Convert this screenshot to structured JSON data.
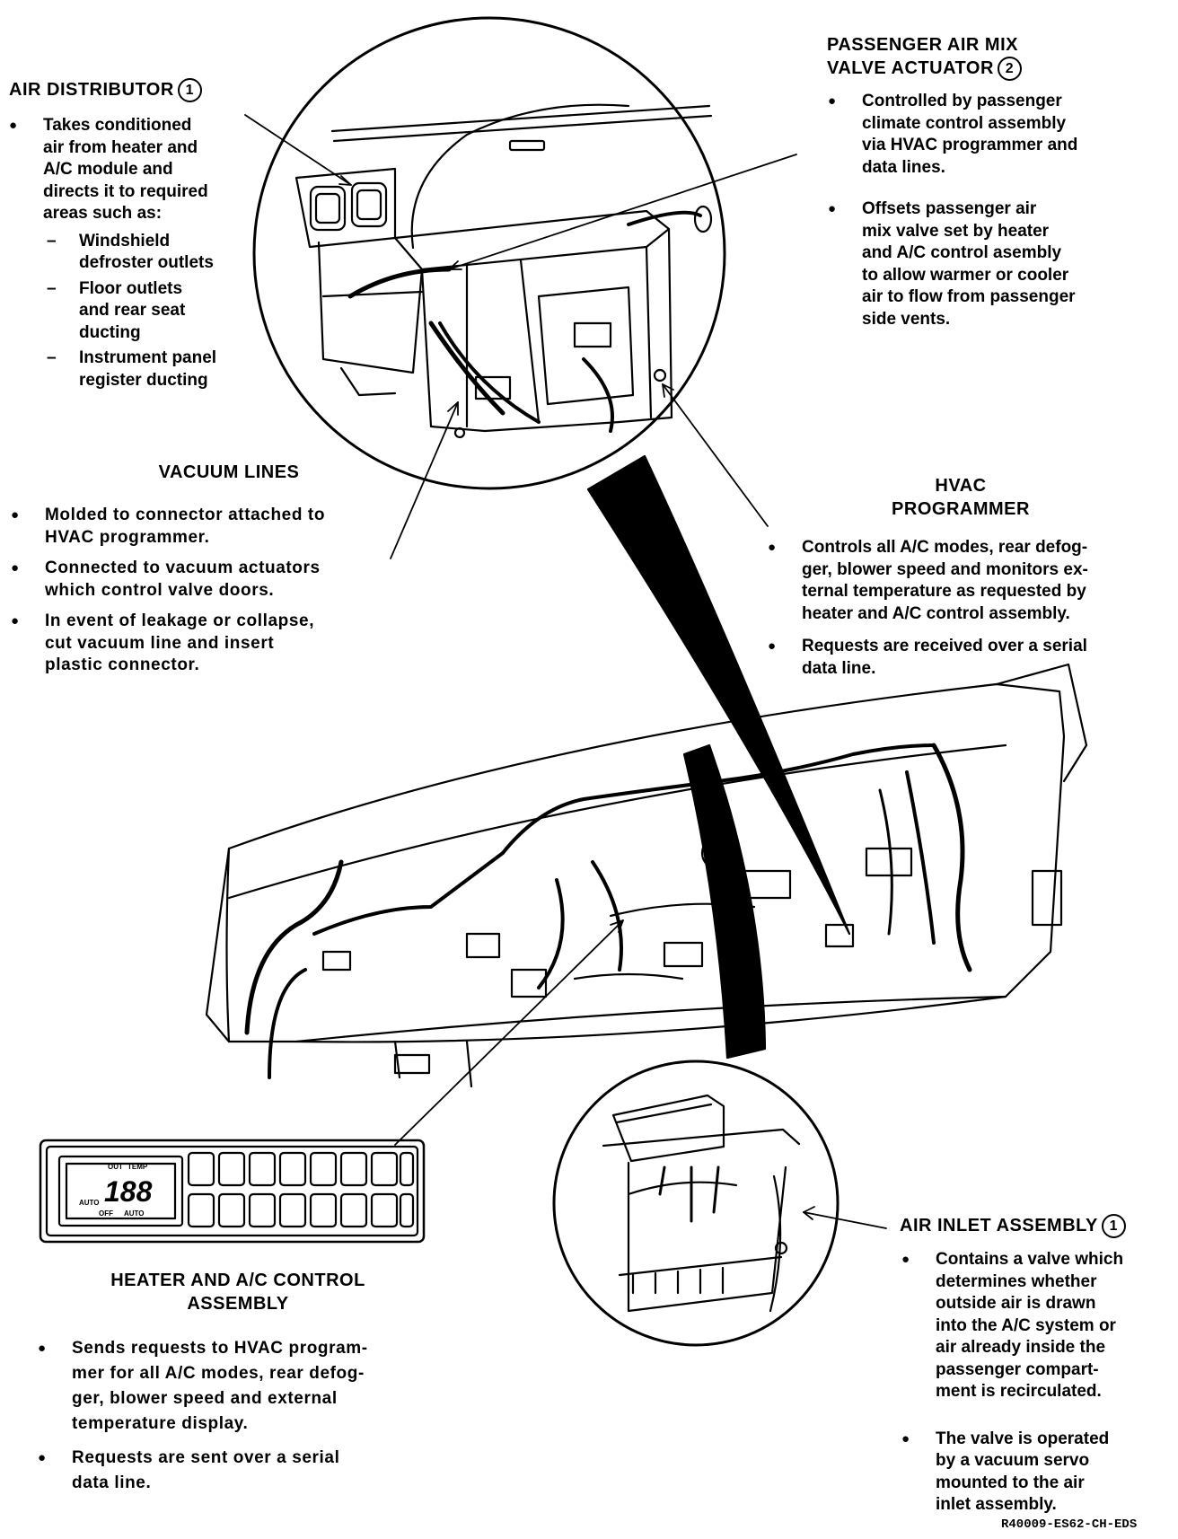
{
  "air_distributor": {
    "title": "AIR DISTRIBUTOR",
    "number": "1",
    "text": "Takes conditioned\nair from heater and\nA/C module and\ndirects it to required\nareas such as:",
    "subitems": [
      "Windshield\ndefroster outlets",
      "Floor outlets\nand rear seat\nducting",
      "Instrument panel\nregister ducting"
    ]
  },
  "passenger_air_mix": {
    "title_line1": "PASSENGER AIR MIX",
    "title_line2": "VALVE ACTUATOR",
    "number": "2",
    "bullets": [
      "Controlled by passenger\nclimate control assembly\nvia HVAC programmer and\ndata lines.",
      "Offsets passenger air\nmix valve set by heater\nand A/C control asembly\nto allow warmer or cooler\nair to flow from passenger\nside vents."
    ]
  },
  "vacuum_lines": {
    "title": "VACUUM LINES",
    "bullets": [
      "Molded to connector attached to\nHVAC programmer.",
      "Connected to vacuum actuators\nwhich control valve doors.",
      "In event of leakage or collapse,\ncut vacuum line and insert\nplastic connector."
    ]
  },
  "hvac_programmer": {
    "title_line1": "HVAC",
    "title_line2": "PROGRAMMER",
    "bullets": [
      "Controls all A/C modes, rear defog-\nger, blower speed and monitors ex-\nternal temperature as requested by\nheater and A/C control assembly.",
      "Requests are received over a serial\ndata line."
    ]
  },
  "control_panel": {
    "display_value": "188",
    "display_top_labels": [
      "OUT",
      "TEMP"
    ],
    "display_bottom_labels": [
      "OFF",
      "AUTO"
    ],
    "display_side_label": "AUTO"
  },
  "heater_ac": {
    "title_line1": "HEATER AND A/C CONTROL",
    "title_line2": "ASSEMBLY",
    "bullets": [
      "Sends requests to HVAC program-\nmer for all A/C modes, rear defog-\nger, blower speed and external\ntemperature display.",
      "Requests are sent over a serial\ndata line."
    ]
  },
  "air_inlet": {
    "title": "AIR INLET ASSEMBLY",
    "number": "1",
    "bullets": [
      "Contains a valve which\ndetermines whether\noutside air is drawn\ninto the A/C system or\nair already inside the\npassenger compart-\nment is recirculated.",
      "The valve is operated\nby a vacuum servo\nmounted to the air\ninlet assembly."
    ]
  },
  "figure_code": "R40009-ES62-CH-EDS"
}
